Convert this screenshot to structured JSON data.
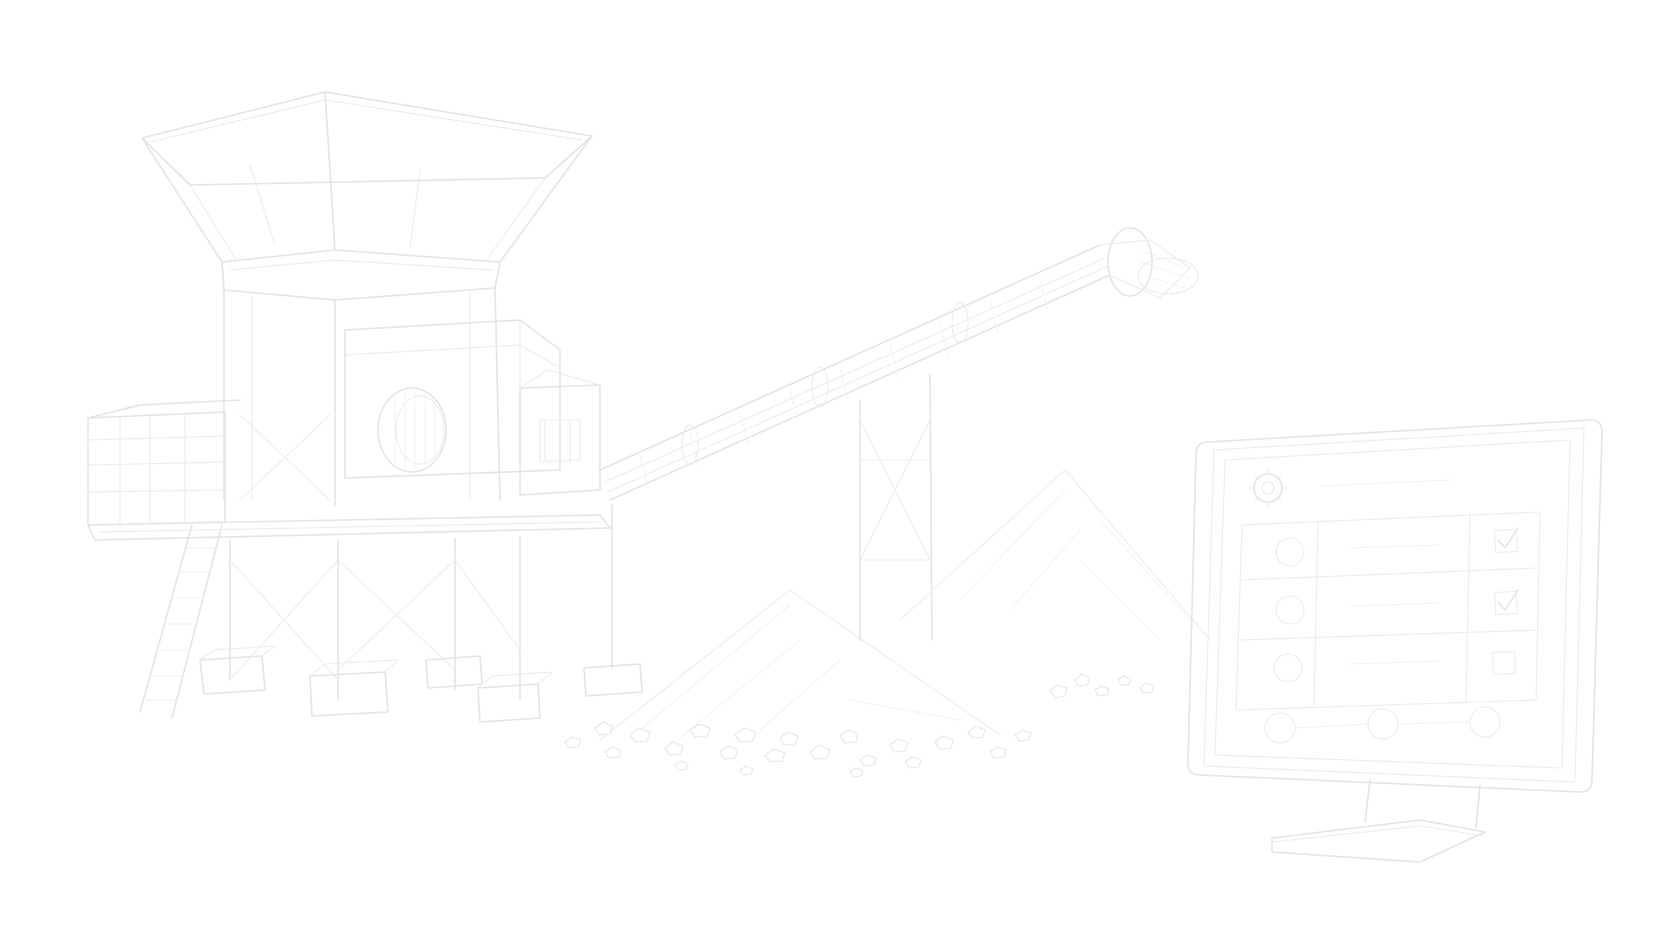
{
  "illustration": {
    "style": "faint line-art sketch on white background",
    "line_color": "#e4e4e4",
    "background_color": "#ffffff",
    "icons": [
      "gear-icon",
      "check-icon"
    ]
  },
  "monitor": {
    "rows": [
      {
        "status": "checked"
      },
      {
        "status": "checked"
      },
      {
        "status": "checked"
      }
    ]
  }
}
